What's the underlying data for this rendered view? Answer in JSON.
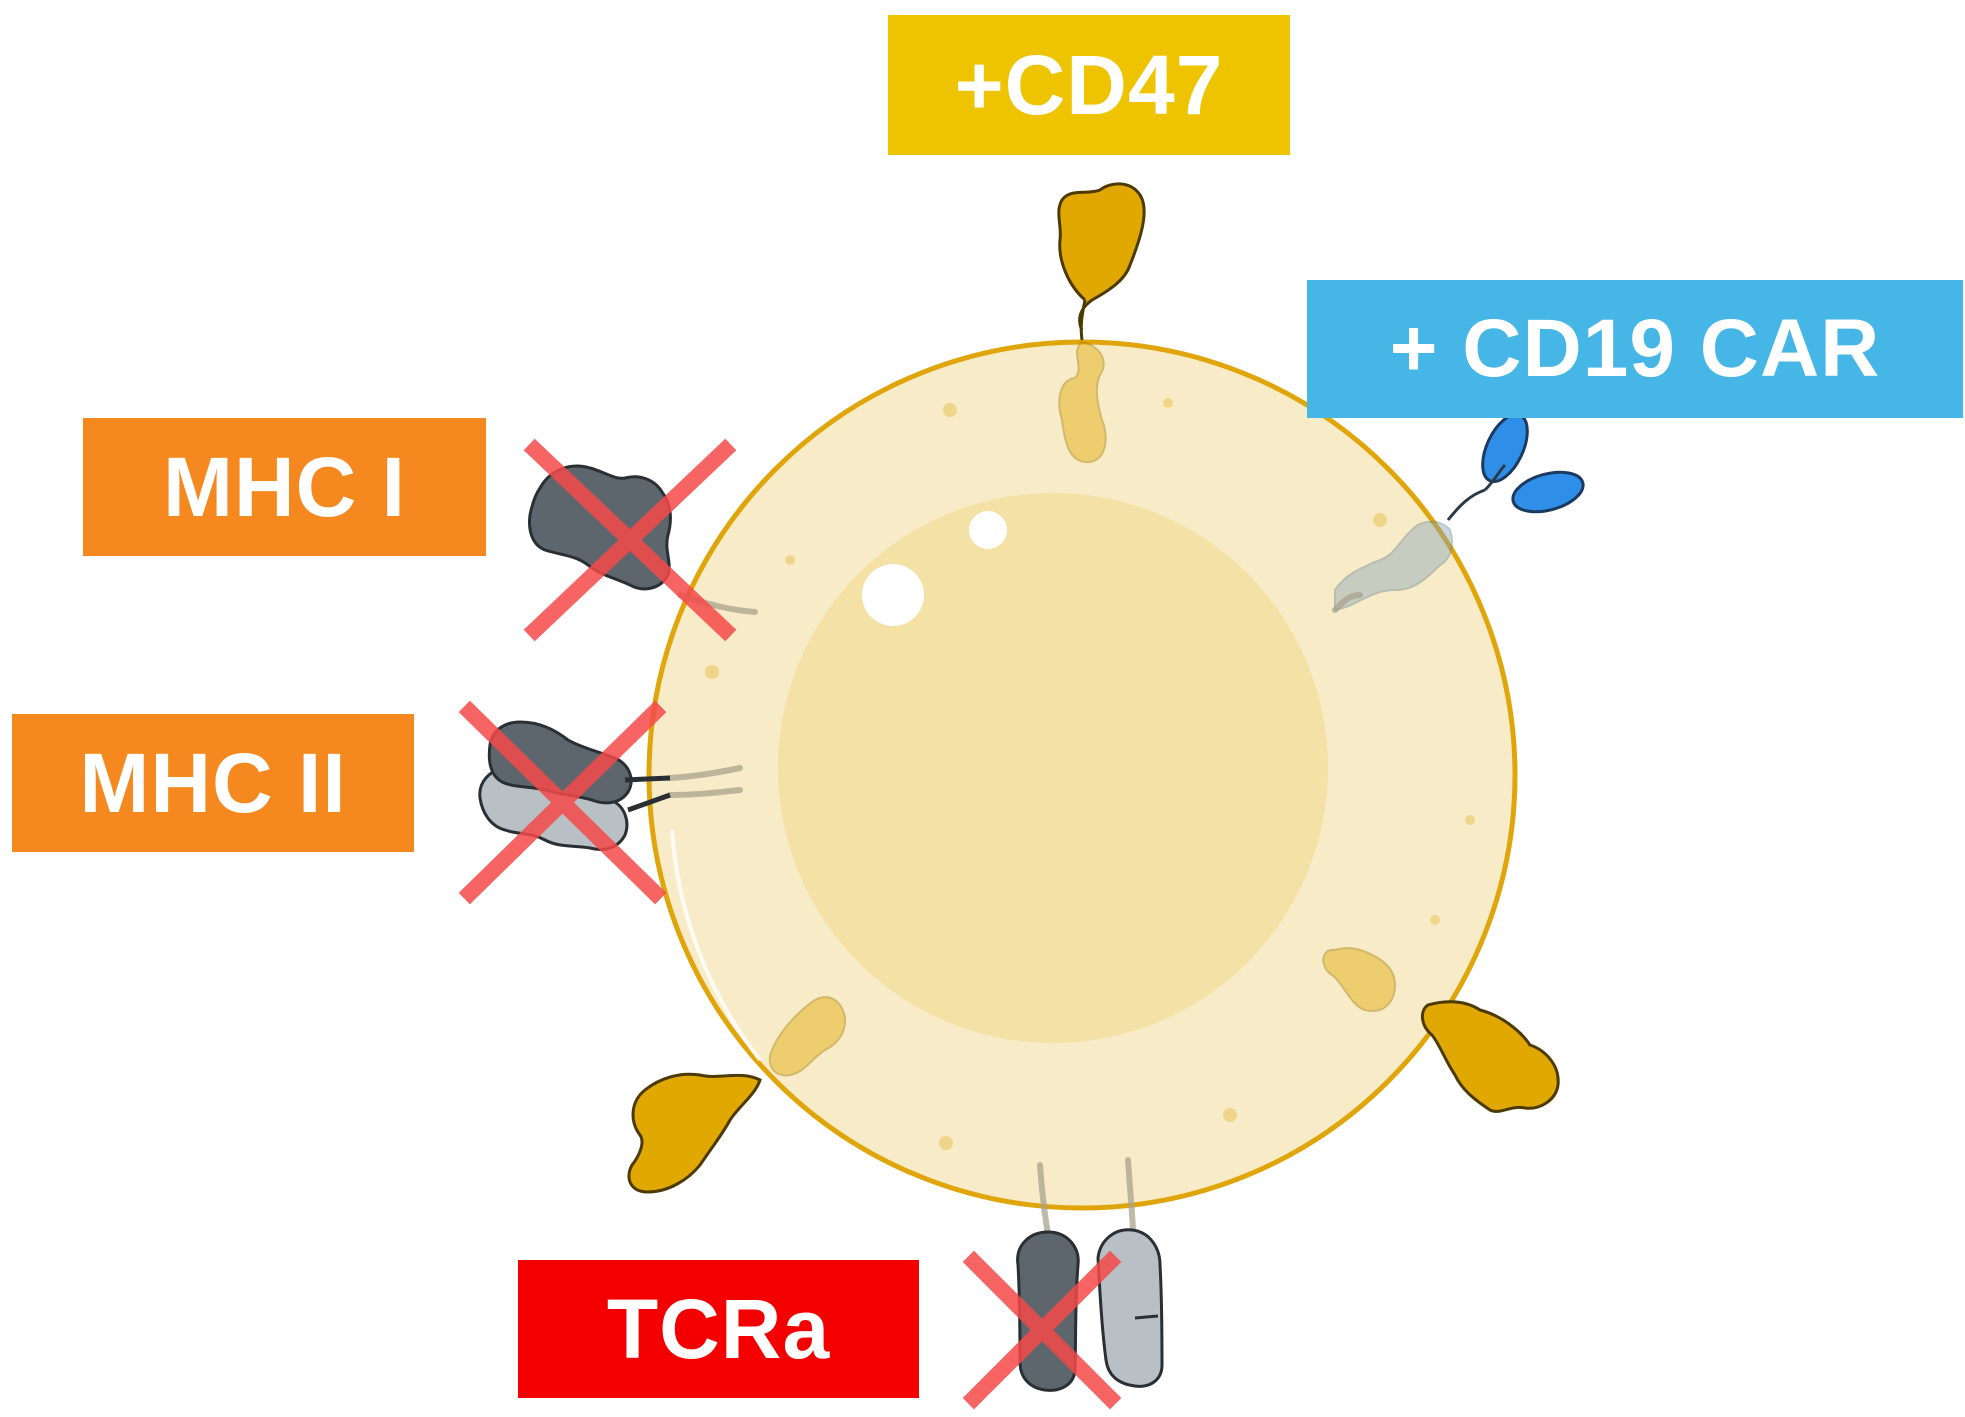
{
  "labels": {
    "cd47": "+CD47",
    "cd19_car": "+ CD19 CAR",
    "mhc1": "MHC I",
    "mhc2": "MHC II",
    "tcra": "TCRa"
  },
  "colors": {
    "cd47_box": "#eec300",
    "cd19_box": "#45b6e6",
    "mhc_box": "#f5891f",
    "tcra_box": "#f40000",
    "cell_fill": "#f8ecc8",
    "cell_outline": "#e0a50a",
    "nucleus_fill": "#f4e1a6",
    "cd47_protein": "#e0a800",
    "car_protein": "#2f8ee8",
    "mhc_dark": "#5d666d",
    "mhc_light": "#b9c0c5",
    "knockout_x": "#f54a4a"
  },
  "icons": {
    "knockout": "red-x-knockout-icon",
    "cd47": "cd47-protein-icon",
    "car": "car-receptor-icon",
    "mhc": "mhc-molecule-icon",
    "tcr": "tcr-receptor-icon"
  }
}
